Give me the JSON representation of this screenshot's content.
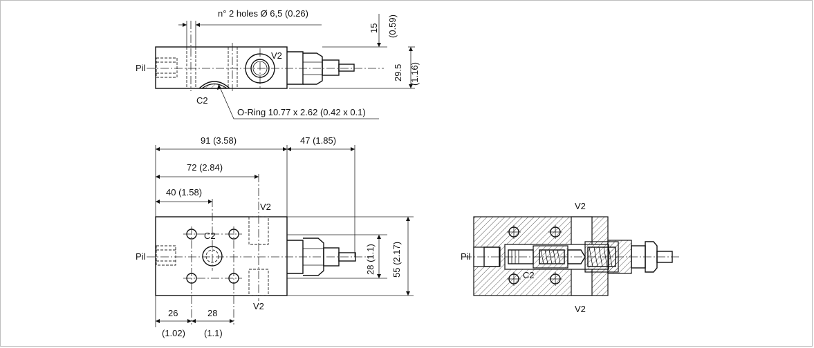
{
  "labels": {
    "holes": "n° 2 holes Ø 6,5 (0.26)",
    "oring": "O-Ring 10.77 x 2.62 (0.42 x 0.1)",
    "port_pil": "Pil",
    "port_v2": "V2",
    "port_c2": "C2"
  },
  "dimensions": {
    "d15": "15",
    "d15_in": "(0.59)",
    "d29_5": "29.5",
    "d29_5_in": "(1.16)",
    "d91": "91 (3.58)",
    "d47": "47 (1.85)",
    "d72": "72 (2.84)",
    "d40": "40 (1.58)",
    "d28v": "28 (1.1)",
    "d55": "55 (2.17)",
    "d26": "26",
    "d26_in": "(1.02)",
    "d28": "28",
    "d28_in": "(1.1)"
  }
}
